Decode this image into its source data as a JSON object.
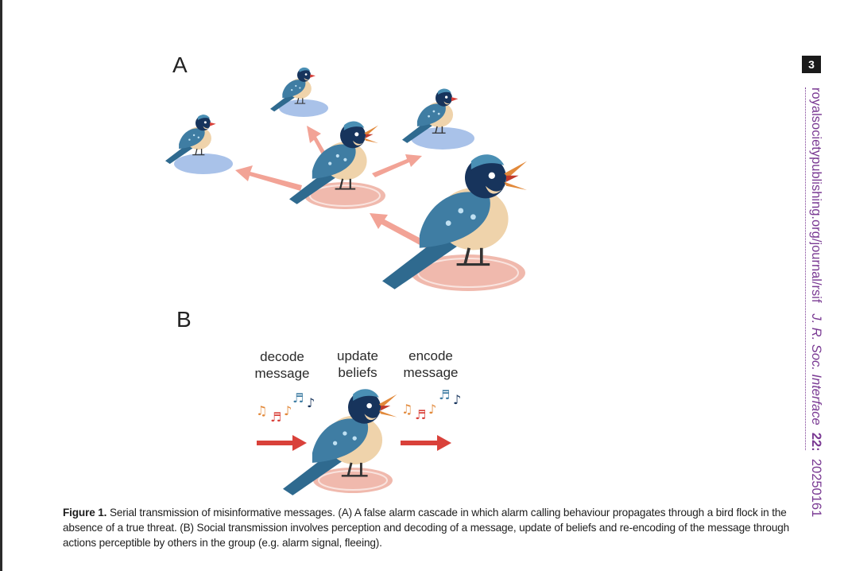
{
  "panel_labels": {
    "a": "A",
    "b": "B"
  },
  "steps": {
    "decode": "decode\nmessage",
    "update": "update\nbeliefs",
    "encode": "encode\nmessage"
  },
  "page_number": "3",
  "running_head": {
    "url": "royalsocietypublishing.org/journal/rsif",
    "journal": "J. R. Soc. Interface",
    "volume": "22:",
    "article": "20250161"
  },
  "caption": {
    "label": "Figure 1.",
    "text": "Serial transmission of misinformative messages. (A) A false alarm cascade in which alarm calling behaviour propagates through a bird flock in the absence of a true threat. (B) Social transmission involves perception and decoding of a message, update of beliefs and re-encoding of the message through actions perceptible by others in the group (e.g. alarm signal, fleeing)."
  },
  "colors": {
    "alarmed_platform": "#f0b9ad",
    "calm_platform": "#a9c2e9",
    "arrow_pink": "#f2a396",
    "arrow_red": "#d9413a",
    "bird_blue": "#3f7da3",
    "bird_belly": "#efd3ab",
    "bird_head": "#17345c",
    "running_head": "#7a3a93"
  },
  "icons": [
    "bird-icon",
    "music-notes-icon",
    "arrow-icon"
  ]
}
